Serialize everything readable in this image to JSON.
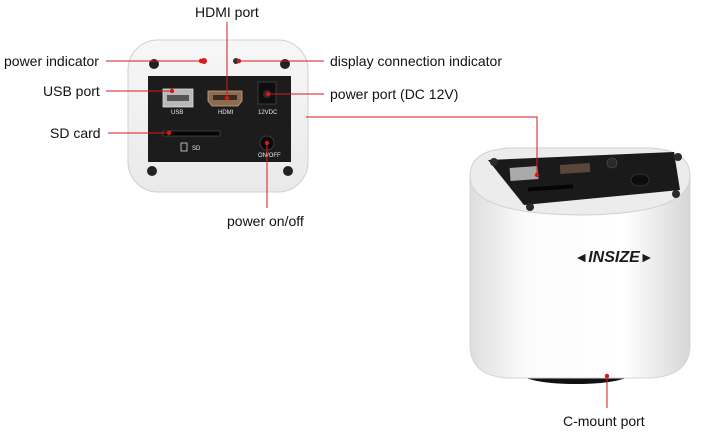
{
  "labels": {
    "hdmi_port": "HDMI port",
    "power_indicator": "power indicator",
    "display_connection_indicator": "display connection indicator",
    "usb_port": "USB port",
    "power_port": "power port (DC 12V)",
    "sd_card": "SD card",
    "power_on_off": "power on/off",
    "c_mount_port": "C-mount port"
  },
  "panel_markings": {
    "usb": "USB",
    "hdmi": "HDMI",
    "dc": "12VDC",
    "sd": "SD",
    "onoff": "ON/OFF"
  },
  "brand": "INSIZE",
  "colors": {
    "leader_line": "#d81818",
    "panel": "#1c1c1c",
    "housing": "#f2f2f2"
  }
}
